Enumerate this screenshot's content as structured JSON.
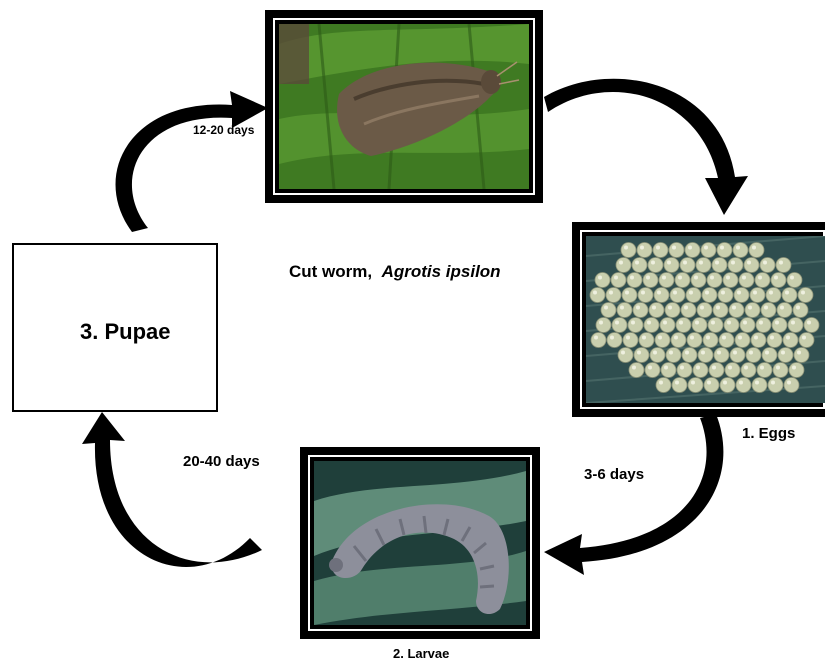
{
  "diagram": {
    "title_prefix": "Cut worm,",
    "title_species": "Agrotis ipsilon",
    "stages": [
      {
        "id": "adult",
        "label": ""
      },
      {
        "id": "eggs",
        "label": "1. Eggs"
      },
      {
        "id": "larvae",
        "label": "2. Larvae"
      },
      {
        "id": "pupae",
        "label": "3. Pupae"
      }
    ],
    "durations": {
      "pupae_to_adult": "12-20 days",
      "eggs_to_larvae": "3-6 days",
      "larvae_to_pupae": "20-40 days"
    },
    "colors": {
      "arrow": "#000000",
      "frame": "#000000",
      "leaf_green": "#4f8f2a",
      "moth_brown": "#6b5a47",
      "egg": "#c9cfae",
      "larva": "#8d8f9b"
    }
  }
}
